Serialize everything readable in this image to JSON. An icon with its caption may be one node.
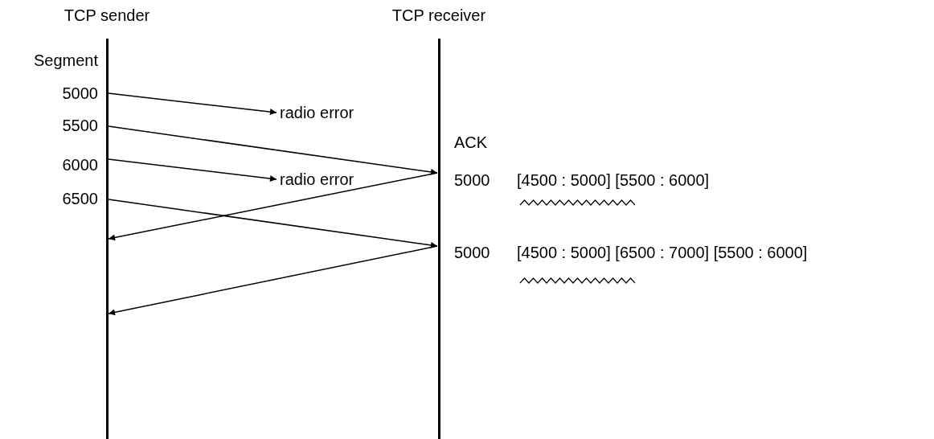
{
  "diagram": {
    "nodes": [
      {
        "text": [
          "TCP sender"
        ]
      },
      {
        "text": [
          "TCP receiver"
        ]
      },
      {
        "text": [
          "radio error"
        ]
      },
      {
        "text": [
          "radio error"
        ]
      }
    ],
    "edges": [
      {
        "from": 0,
        "to": 2,
        "arrow": "to"
      },
      {
        "from": 0,
        "to": 1,
        "arrow": "to"
      },
      {
        "from": 0,
        "to": 3,
        "arrow": "to"
      },
      {
        "from": 1,
        "to": 0,
        "arrow": "to"
      },
      {
        "from": 0,
        "to": 1,
        "arrow": "to"
      },
      {
        "from": 1,
        "to": 0,
        "arrow": "to"
      }
    ],
    "labels": [
      "Segment",
      "5000",
      "5500",
      "6000",
      "6500",
      "ACK",
      "5000",
      "[4500 : 5000] [5500 : 6000]",
      "5000",
      "[4500 : 5000] [6500 : 7000] [5500 : 6000]"
    ]
  }
}
